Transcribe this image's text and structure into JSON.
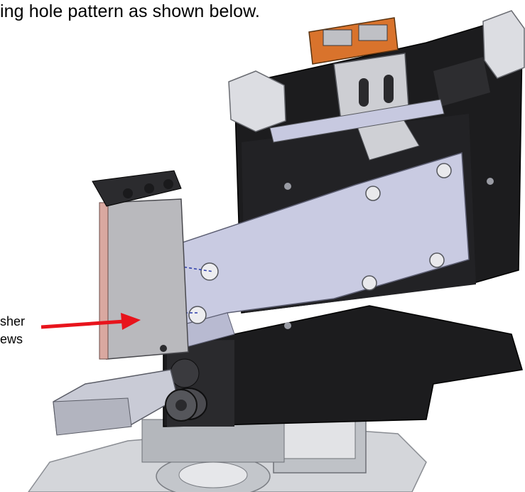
{
  "caption": "ing hole pattern as shown below.",
  "callout": {
    "line1": "sher",
    "line2": "ews",
    "arrow_color": "#e8141c"
  },
  "colors": {
    "bracket_black": "#1c1c1e",
    "arm_lavender": "#c9cbe2",
    "plate_gray": "#b9b9bd",
    "clip_orange": "#d9732c",
    "base_gray": "#d4d6da"
  }
}
